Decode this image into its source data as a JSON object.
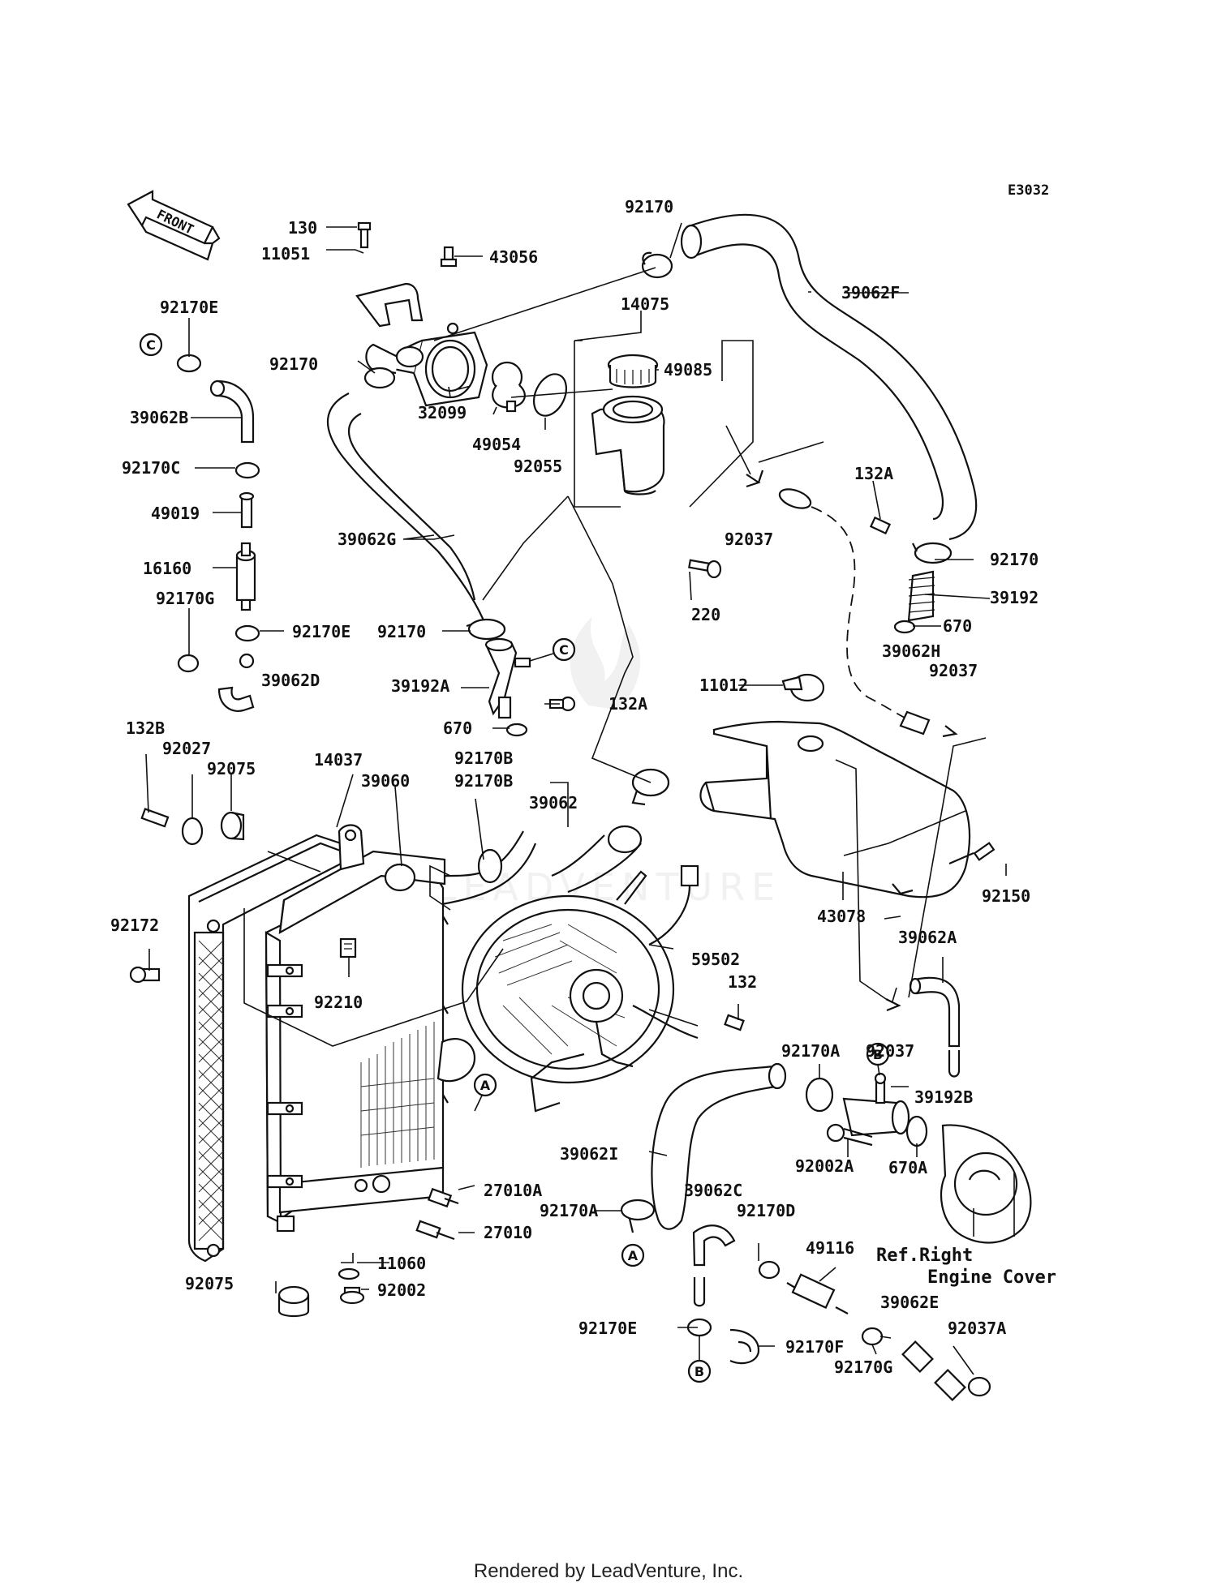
{
  "diagram_code": "E3032",
  "front_label": "FRONT",
  "footer": "Rendered by LeadVenture, Inc.",
  "reference_note": [
    "Ref.Right",
    "Engine Cover"
  ],
  "connector_markers": [
    "C",
    "C",
    "A",
    "A",
    "B",
    "B"
  ],
  "part_labels": [
    "130",
    "11051",
    "43056",
    "92170",
    "39062F",
    "14075",
    "49085",
    "92170E",
    "92170",
    "32099",
    "49054",
    "92055",
    "39062B",
    "92170C",
    "49019",
    "92037",
    "132A",
    "92170",
    "16160",
    "39062G",
    "220",
    "39192",
    "92170G",
    "92170E",
    "670",
    "92170",
    "39062H",
    "92037",
    "39062D",
    "39192A",
    "132A",
    "11012",
    "670",
    "132B",
    "92027",
    "92075",
    "14037",
    "39060",
    "92170B",
    "92170B",
    "39062",
    "92150",
    "43078",
    "92172",
    "59502",
    "39062A",
    "132",
    "92210",
    "92170A",
    "92037",
    "39192B",
    "39062I",
    "92002A",
    "670A",
    "27010A",
    "92170A",
    "39062C",
    "92170D",
    "27010",
    "49116",
    "11060",
    "92075",
    "92002",
    "39062E",
    "92170E",
    "92170F",
    "92037A",
    "92170G"
  ],
  "colors": {
    "ink": "#111111",
    "background": "#ffffff",
    "watermark": "#d8d8d8"
  }
}
